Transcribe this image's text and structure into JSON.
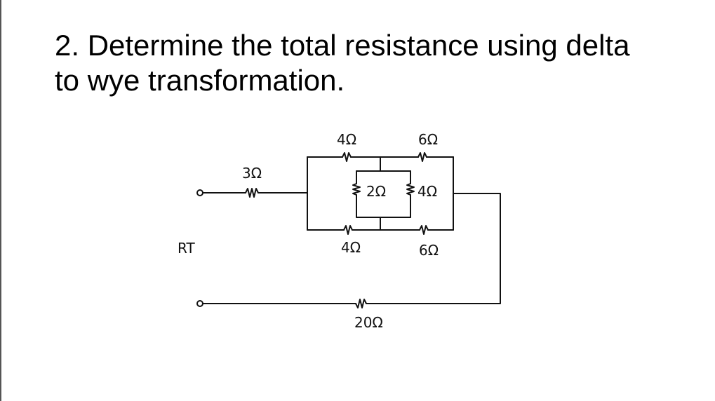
{
  "slide": {
    "title_line1": "2. Determine the total resistance using delta",
    "title_line2": "to wye transformation."
  },
  "circuit": {
    "terminal_label": "RT",
    "resistors": {
      "series_left": "3Ω",
      "top_left": "4Ω",
      "top_right": "6Ω",
      "middle_left": "2Ω",
      "middle_right": "4Ω",
      "bottom_left": "4Ω",
      "bottom_right": "6Ω",
      "bottom_return": "20Ω"
    },
    "colors": {
      "wire": "#111111",
      "background": "#ffffff"
    }
  }
}
